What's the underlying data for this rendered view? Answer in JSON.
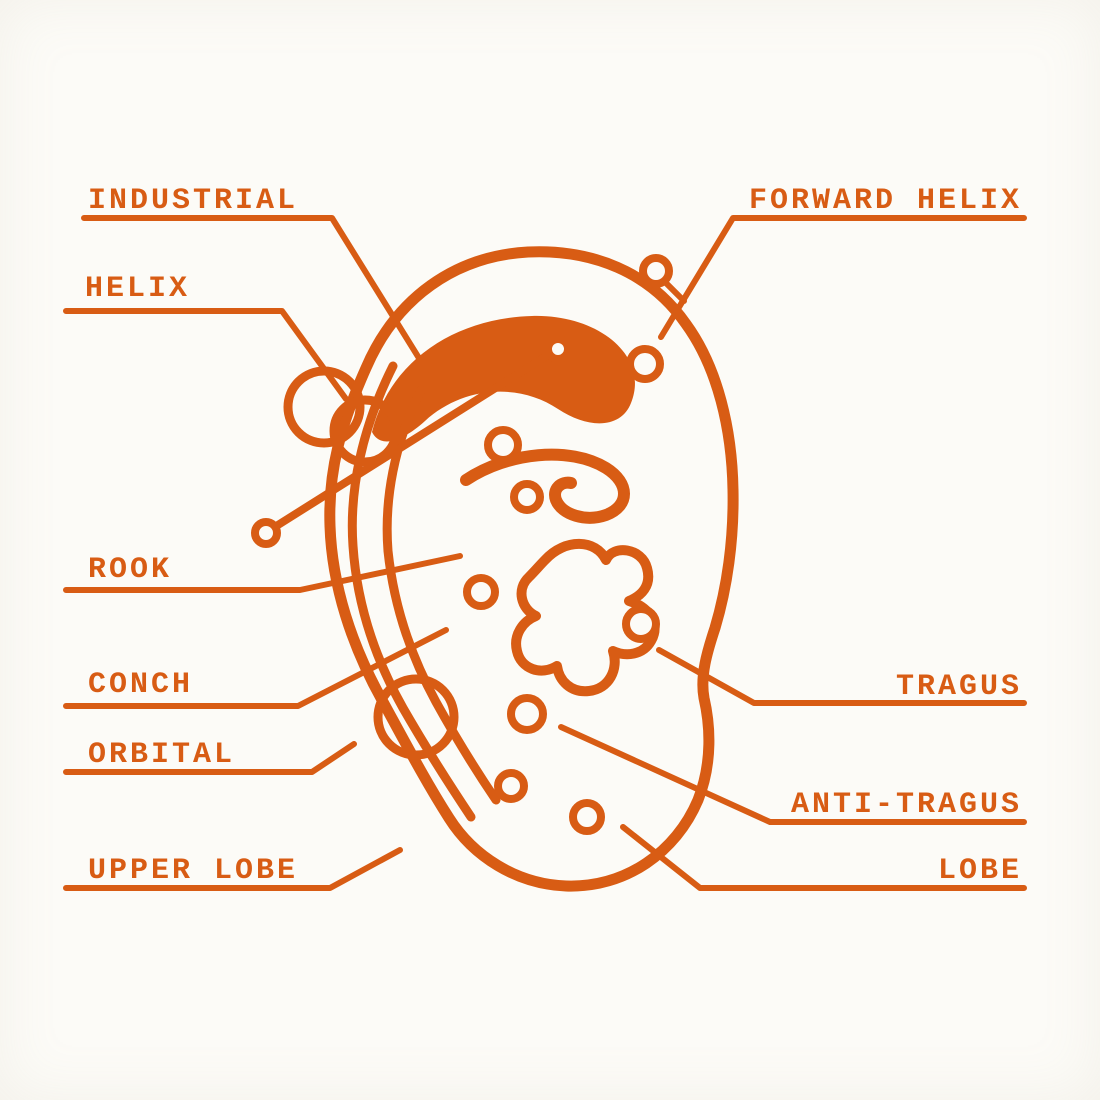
{
  "colors": {
    "accent": "#d85c14",
    "background": "#fcfbf7"
  },
  "labels": {
    "industrial": "INDUSTRIAL",
    "helix": "HELIX",
    "rook": "ROOK",
    "conch": "CONCH",
    "orbital": "ORBITAL",
    "upper_lobe": "UPPER LOBE",
    "forward_helix": "FORWARD HELIX",
    "tragus": "TRAGUS",
    "anti_tragus": "ANTI-TRAGUS",
    "lobe": "LOBE"
  }
}
